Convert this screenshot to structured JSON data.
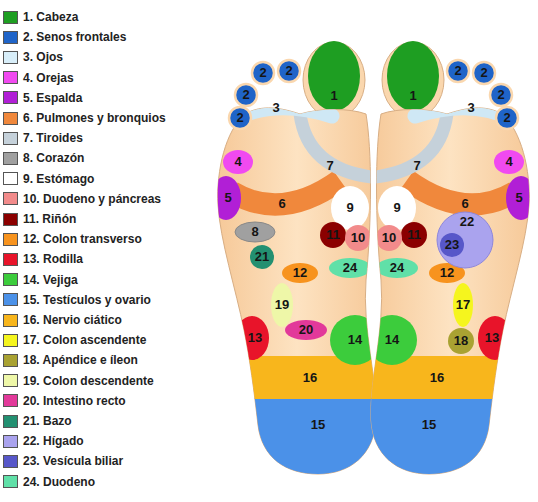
{
  "diagram": {
    "nodes": [
      {
        "text": [
          "2"
        ]
      },
      {
        "text": [
          "2"
        ]
      },
      {
        "text": [
          "2"
        ]
      },
      {
        "text": [
          "2"
        ]
      },
      {
        "text": [
          "1"
        ]
      },
      {
        "text": [
          "3"
        ]
      },
      {
        "text": [
          "7"
        ]
      },
      {
        "text": [
          "4"
        ]
      },
      {
        "text": [
          "5"
        ]
      },
      {
        "text": [
          "6"
        ]
      },
      {
        "text": [
          "9"
        ]
      },
      {
        "text": [
          "8"
        ]
      },
      {
        "text": [
          "11"
        ]
      },
      {
        "text": [
          "10"
        ]
      },
      {
        "text": [
          "21"
        ]
      },
      {
        "text": [
          "24"
        ]
      },
      {
        "text": [
          "12"
        ]
      },
      {
        "text": [
          "19"
        ]
      },
      {
        "text": [
          "20"
        ]
      },
      {
        "text": [
          "13"
        ]
      },
      {
        "text": [
          "14"
        ]
      },
      {
        "text": [
          "16"
        ]
      },
      {
        "text": [
          "15"
        ]
      },
      {
        "text": [
          "1"
        ]
      },
      {
        "text": [
          "2"
        ]
      },
      {
        "text": [
          "2"
        ]
      },
      {
        "text": [
          "2"
        ]
      },
      {
        "text": [
          "2"
        ]
      },
      {
        "text": [
          "3"
        ]
      },
      {
        "text": [
          "7"
        ]
      },
      {
        "text": [
          "4"
        ]
      },
      {
        "text": [
          "5"
        ]
      },
      {
        "text": [
          "6"
        ]
      },
      {
        "text": [
          "9"
        ]
      },
      {
        "text": [
          "10"
        ]
      },
      {
        "text": [
          "11"
        ]
      },
      {
        "text": [
          "22"
        ]
      },
      {
        "text": [
          "23"
        ]
      },
      {
        "text": [
          "24"
        ]
      },
      {
        "text": [
          "12"
        ]
      },
      {
        "text": [
          "17"
        ]
      },
      {
        "text": [
          "18"
        ]
      },
      {
        "text": [
          "13"
        ]
      },
      {
        "text": [
          "14"
        ]
      },
      {
        "text": [
          "16"
        ]
      },
      {
        "text": [
          "15"
        ]
      }
    ],
    "legend": [
      {
        "text": "1. Cabeza",
        "color": "#1e9e22"
      },
      {
        "text": "2. Senos frontales",
        "color": "#1f64c8"
      },
      {
        "text": "3. Ojos",
        "color": "#d8eef9"
      },
      {
        "text": "4. Orejas",
        "color": "#f04af0"
      },
      {
        "text": "5. Espalda",
        "color": "#b11fd6"
      },
      {
        "text": "6. Pulmones y bronquios",
        "color": "#f0883c"
      },
      {
        "text": "7. Tiroides",
        "color": "#c5d1da"
      },
      {
        "text": "8. Corazón",
        "color": "#a0a0a0"
      },
      {
        "text": "9. Estómago",
        "color": "#ffffff"
      },
      {
        "text": "10. Duodeno y páncreas",
        "color": "#f28b8b"
      },
      {
        "text": "11. Riñón",
        "color": "#8b0000"
      },
      {
        "text": "12. Colon transverso",
        "color": "#f7931e"
      },
      {
        "text": "13. Rodilla",
        "color": "#e8142a"
      },
      {
        "text": "14. Vejiga",
        "color": "#3ccc3c"
      },
      {
        "text": "15. Testículos y ovario",
        "color": "#4b91e8"
      },
      {
        "text": "16. Nervio ciático",
        "color": "#f8b61c"
      },
      {
        "text": "17. Colon ascendente",
        "color": "#f5f51e"
      },
      {
        "text": "18. Apéndice e íleon",
        "color": "#a9a232"
      },
      {
        "text": "19. Colon descendente",
        "color": "#eef7a8"
      },
      {
        "text": "20. Intestino recto",
        "color": "#e2399a"
      },
      {
        "text": "21. Bazo",
        "color": "#239071"
      },
      {
        "text": "22. Hígado",
        "color": "#aaa3ee"
      },
      {
        "text": "23. Vesícula biliar",
        "color": "#5757c9"
      },
      {
        "text": "24. Duodeno",
        "color": "#60e0a8"
      }
    ]
  }
}
